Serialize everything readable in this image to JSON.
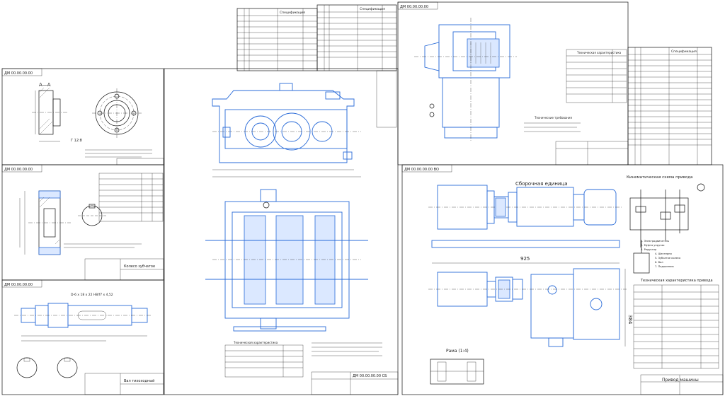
{
  "sheets": {
    "flange": {
      "code": "ДМ 00.00.00.00",
      "section": "А—А",
      "note": "Г 12:8"
    },
    "gear": {
      "code": "ДМ 00.00.00.00",
      "title": "Колесо зубчатое"
    },
    "shaft": {
      "code": "ДМ 00.00.00.00",
      "title": "Вал тихоходный",
      "spline": "D-6 x 18 x 22 H8/f7 x 4,52"
    },
    "reducer": {
      "code": "ДМ 00.00.00.00 СБ",
      "table_title": "Техническая характеристика"
    },
    "coupling": {
      "code": "ДМ 00.00.00.00",
      "table_title": "Техническая характеристика",
      "requirements_title": "Технические требования"
    },
    "spec1": {
      "title": "Спецификация"
    },
    "spec2": {
      "title": "Спецификация"
    },
    "spec3": {
      "title": "Спецификация"
    },
    "drive": {
      "code": "ДМ 00.00.00.00 ВО",
      "assembly_label": "Сборочная единица",
      "kinematic_label": "Кинематическая схема привода",
      "frame_label": "Рама (1:4)",
      "dim_925": "925",
      "dim_384": "384",
      "tech_title": "Техническая характеристика привода",
      "stamp_title": "Привод машины",
      "legend": [
        "1. Электродвигатель",
        "2. Муфта упругая",
        "3. Редуктор",
        "4. Шестерня",
        "5. Зубчатое колесо",
        "6. Вал",
        "7. Подшипник"
      ]
    }
  }
}
